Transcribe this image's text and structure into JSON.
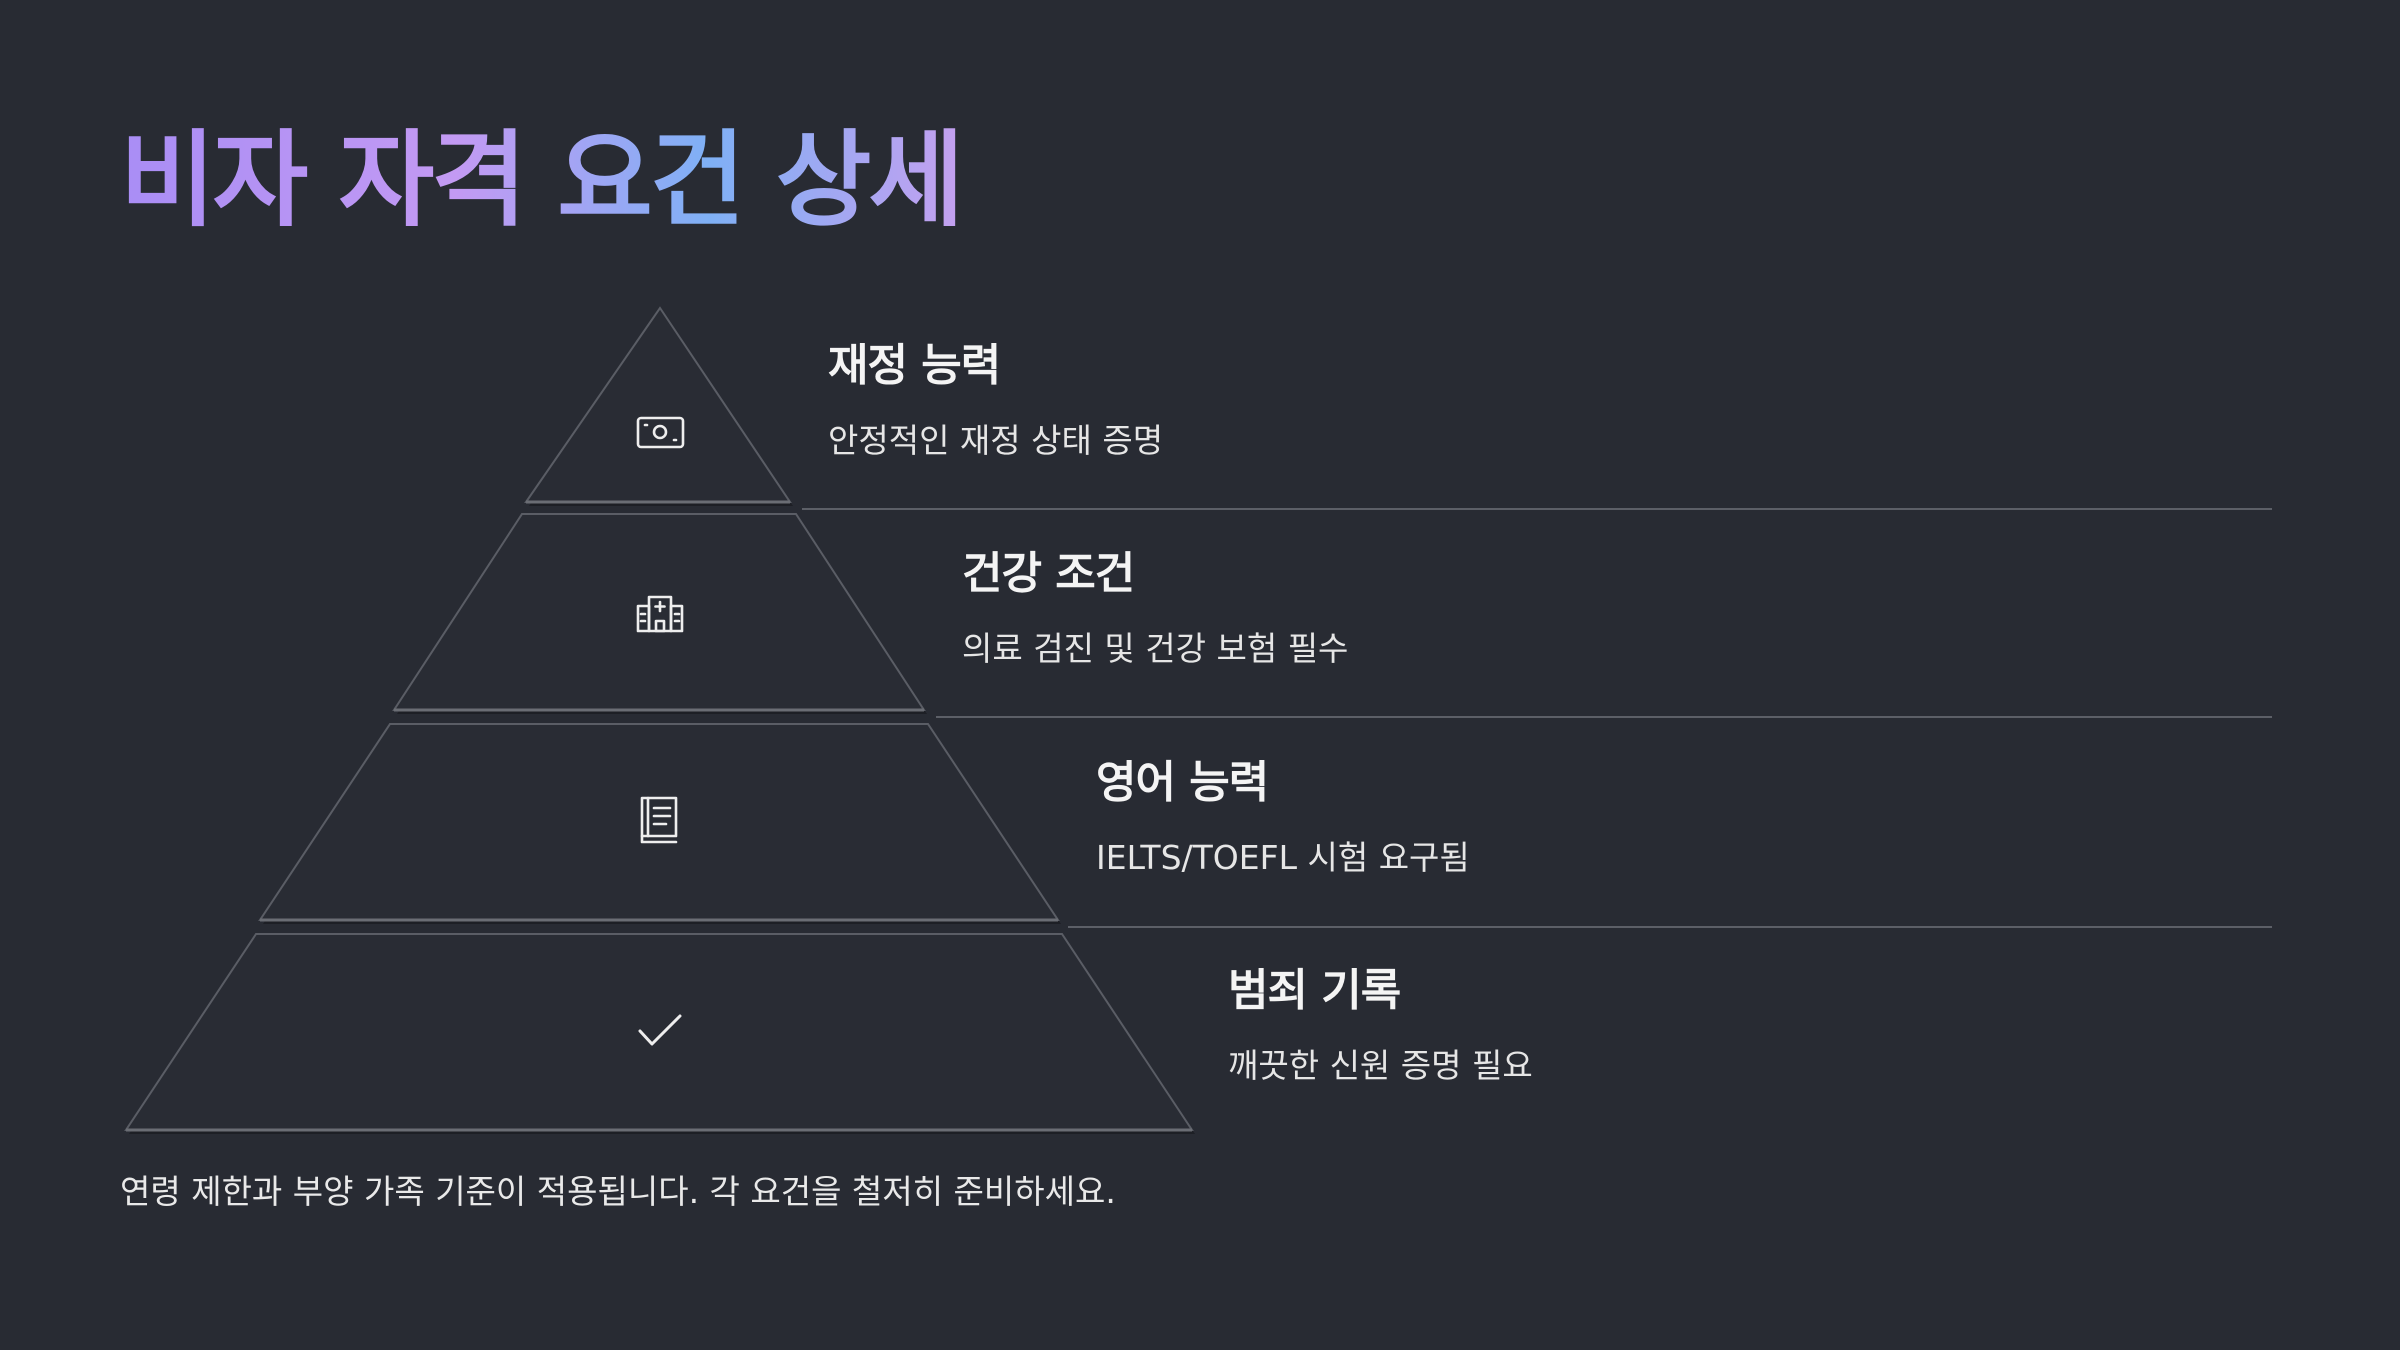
{
  "title": "비자 자격 요건 상세",
  "tiers": [
    {
      "title": "재정 능력",
      "description": "안정적인 재정 상태 증명",
      "icon": "banknote-icon"
    },
    {
      "title": "건강 조건",
      "description": "의료 검진 및 건강 보험 필수",
      "icon": "hospital-icon"
    },
    {
      "title": "영어 능력",
      "description": "IELTS/TOEFL 시험 요구됨",
      "icon": "book-icon"
    },
    {
      "title": "범죄 기록",
      "description": "깨끗한 신원 증명 필요",
      "icon": "checkmark-icon"
    }
  ],
  "footnote": "연령 제한과 부양 가족 기준이 적용됩니다. 각 요건을 철저히 준비하세요.",
  "colors": {
    "background": "#282b33",
    "tier_fill": "#292c34",
    "divider": "#5c5f67",
    "title_gradient": [
      "#a98df5",
      "#7fb0f5"
    ]
  }
}
